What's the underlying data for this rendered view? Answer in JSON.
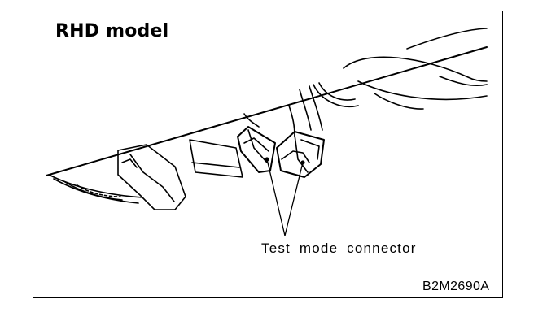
{
  "diagram": {
    "title": "RHD model",
    "callout_label": "Test mode connector",
    "figure_code": "B2M2690A"
  },
  "colors": {
    "line": "#000000",
    "background": "#ffffff"
  }
}
